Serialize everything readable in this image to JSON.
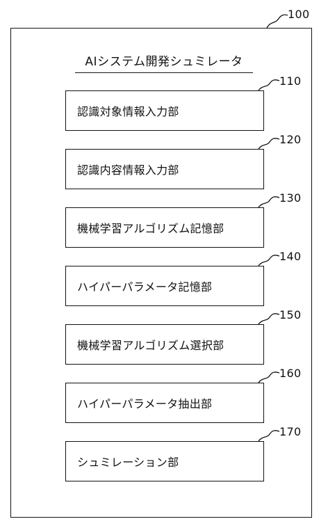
{
  "title": "AIシステム開発シュミレータ",
  "outer_ref": "100",
  "components": [
    {
      "ref": "110",
      "label": "認識対象情報入力部"
    },
    {
      "ref": "120",
      "label": "認識内容情報入力部"
    },
    {
      "ref": "130",
      "label": "機械学習アルゴリズム記憶部"
    },
    {
      "ref": "140",
      "label": "ハイパーパラメータ記憶部"
    },
    {
      "ref": "150",
      "label": "機械学習アルゴリズム選択部"
    },
    {
      "ref": "160",
      "label": "ハイパーパラメータ抽出部"
    },
    {
      "ref": "170",
      "label": "シュミレーション部"
    }
  ]
}
